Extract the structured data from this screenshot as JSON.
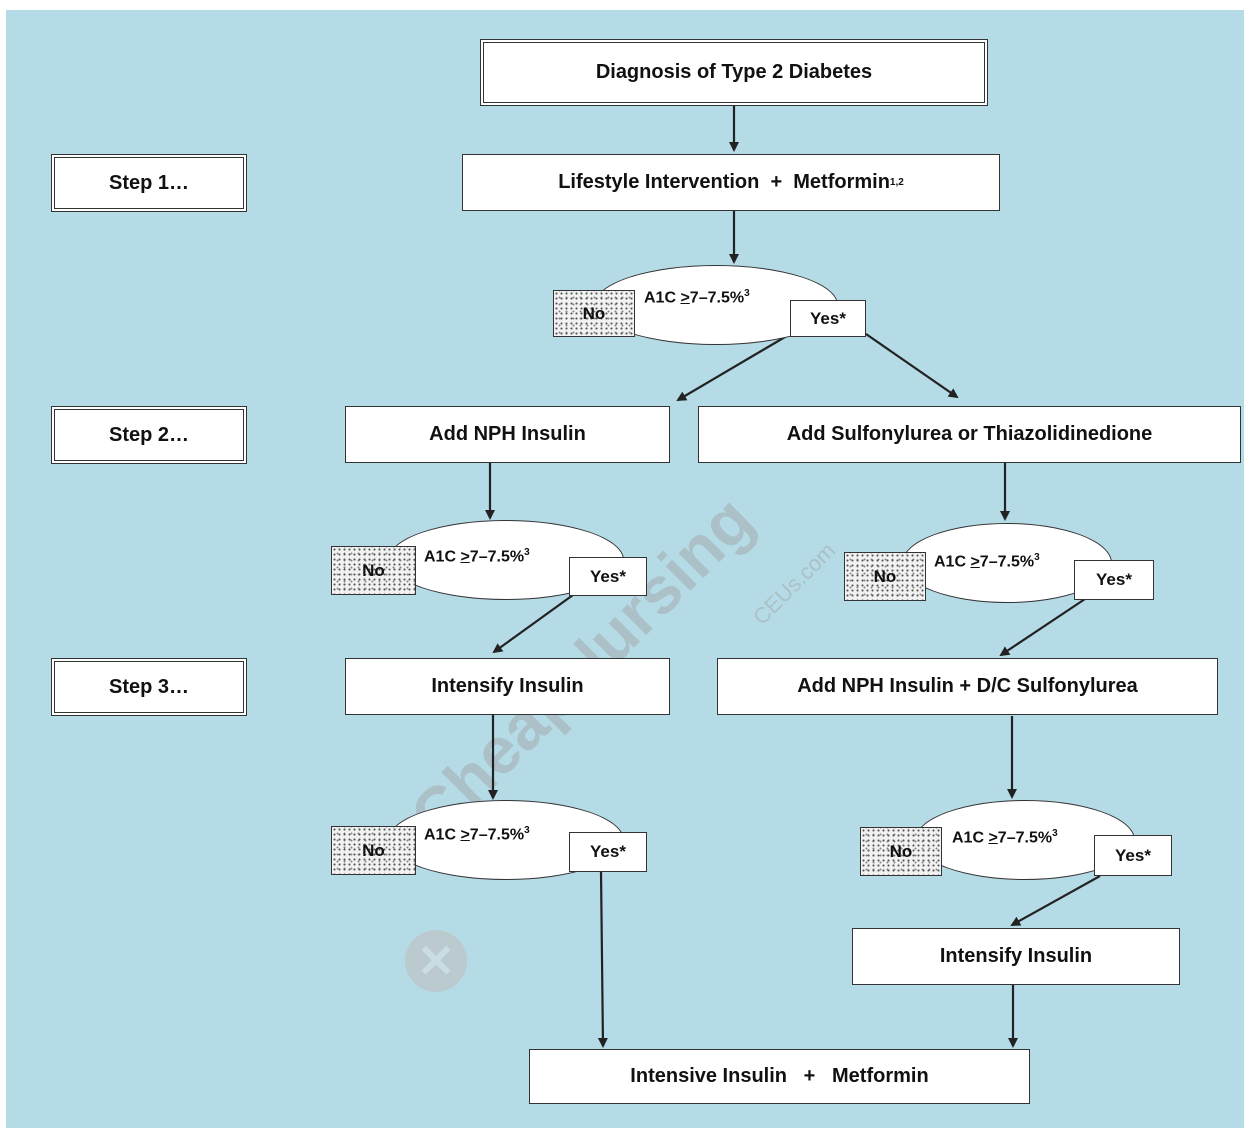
{
  "flowchart": {
    "top": "Diagnosis of Type 2 Diabetes",
    "step_labels": [
      "Step 1…",
      "Step 2…",
      "Step 3…"
    ],
    "step1": {
      "text": "Lifestyle Intervention  +  Metformin",
      "sup": "1,2"
    },
    "decision": {
      "text": "A1C ",
      "ge": ">",
      "range": "7–7.5%",
      "sup": "3",
      "no": "No",
      "yes": "Yes*"
    },
    "step2_left": "Add NPH Insulin",
    "step2_right": "Add Sulfonylurea or Thiazolidinedione",
    "step3_left": "Intensify Insulin",
    "step3_right": "Add NPH Insulin + D/C Sulfonylurea",
    "right_intensify": "Intensify Insulin",
    "final": "Intensive Insulin   +   Metformin"
  },
  "watermark": {
    "main": "CheapNursing",
    "suffix": "CEUs.com"
  },
  "colors": {
    "background": "#b5dbe7",
    "box": "#ffffff",
    "border": "#333333",
    "no_fill": "stippled gray"
  }
}
